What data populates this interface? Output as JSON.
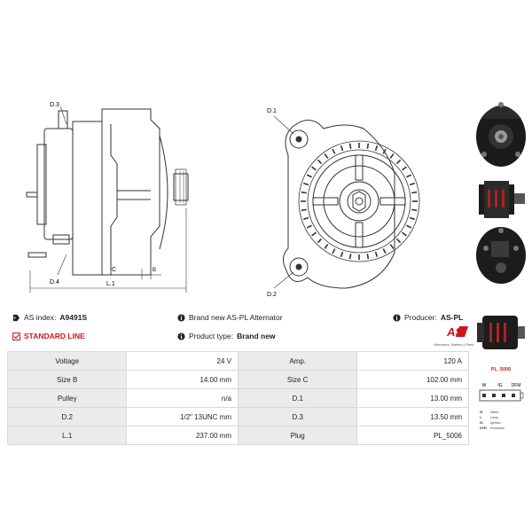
{
  "drawing_labels": {
    "d3": "D.3",
    "d4": "D.4",
    "c": "C",
    "b": "B",
    "l1": "L.1",
    "d1": "D.1",
    "d2": "D.2"
  },
  "info": {
    "as_index_label": "AS index:",
    "as_index_value": "A9491S",
    "description": "Brand new AS-PL Alternator",
    "producer_label": "Producer:",
    "producer_value": "AS-PL",
    "standard_line": "STANDARD LINE",
    "product_type_label": "Product type:",
    "product_type_value": "Brand new"
  },
  "logo": {
    "mark": "AS",
    "tagline": "Alternators, Starters & Parts",
    "brand_color": "#d3141c"
  },
  "specs": [
    {
      "k1": "Voltage",
      "v1": "24 V",
      "k2": "Amp.",
      "v2": "120 A"
    },
    {
      "k1": "Size B",
      "v1": "14.00 mm",
      "k2": "Size C",
      "v2": "102.00 mm"
    },
    {
      "k1": "Pulley",
      "v1": "n/a",
      "k2": "D.1",
      "v2": "13.00 mm"
    },
    {
      "k1": "D.2",
      "v1": "1/2\" 13UNC mm",
      "k2": "D.3",
      "v2": "13.50 mm"
    },
    {
      "k1": "L.1",
      "v1": "237.00 mm",
      "k2": "Plug",
      "v2": "PL_5006"
    }
  ],
  "plug": {
    "title": "PL_5006",
    "pins": [
      "W",
      "IG",
      "DFM"
    ],
    "legend": [
      {
        "code": "W",
        "text": "Stator"
      },
      {
        "code": "L",
        "text": "Lamp"
      },
      {
        "code": "IG",
        "text": "Ignition"
      },
      {
        "code": "DFM",
        "text": "Feedback"
      }
    ]
  }
}
